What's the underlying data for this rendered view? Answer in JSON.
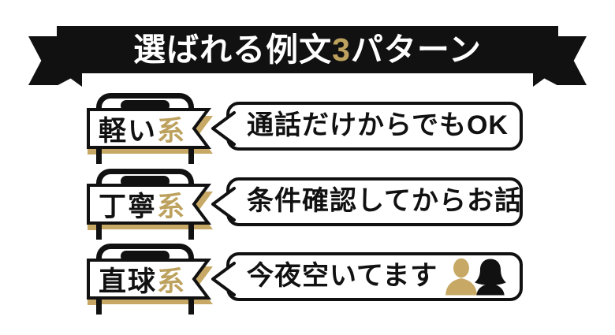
{
  "banner": {
    "title_pre": "選ばれる例文",
    "title_num": "3",
    "title_post": "パターン"
  },
  "rows": [
    {
      "label_main": "軽い",
      "label_accent": "系",
      "bubble_text": "通話だけからでもOK"
    },
    {
      "label_main": "丁寧",
      "label_accent": "系",
      "bubble_text": "条件確認してからお話"
    },
    {
      "label_main": "直球",
      "label_accent": "系",
      "bubble_text": "今夜空いてます"
    }
  ],
  "icons": {
    "phone": "smartphone-top-icon",
    "bubble_tail": "speech-tail-icon",
    "male": "male-bust-icon",
    "female": "female-bust-icon"
  },
  "colors": {
    "black": "#111111",
    "white": "#ffffff",
    "gold": "#bda15e",
    "shadow-gold": "#c7a965"
  }
}
